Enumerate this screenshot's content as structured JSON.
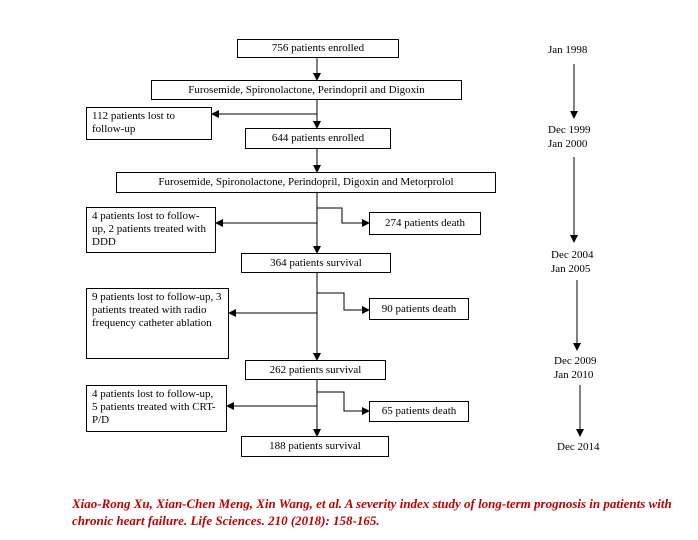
{
  "flow": {
    "enrolled_756": "756 patients enrolled",
    "drugs_1": "Furosemide, Spironolactone, Perindopril and Digoxin",
    "lost_112": "112 patients lost to follow-up",
    "enrolled_644": "644 patients enrolled",
    "drugs_2": "Furosemide, Spironolactone, Perindopril, Digoxin and Metorprolol",
    "lost_2004": "4 patients lost to follow-up, 2 patients treated with DDD",
    "death_274": "274 patients death",
    "survival_364": "364 patients survival",
    "lost_2009": "9 patients lost to follow-up, 3 patients treated with radio frequency catheter ablation",
    "death_90": "90 patients death",
    "survival_262": "262 patients survival",
    "lost_2014": "4 patients lost to follow-up, 5 patients treated with CRT-P/D",
    "death_65": "65 patients death",
    "survival_188": "188 patients survival"
  },
  "timeline": {
    "jan_1998": "Jan 1998",
    "dec_1999": "Dec 1999",
    "jan_2000": "Jan 2000",
    "dec_2004": "Dec 2004",
    "jan_2005": "Jan 2005",
    "dec_2009": "Dec 2009",
    "jan_2010": "Jan 2010",
    "dec_2014": "Dec 2014"
  },
  "citation": "Xiao-Rong Xu, Xian-Chen Meng, Xin Wang, et al. A severity index study of long-term prognosis in patients with chronic heart failure. Life Sciences. 210 (2018): 158-165."
}
